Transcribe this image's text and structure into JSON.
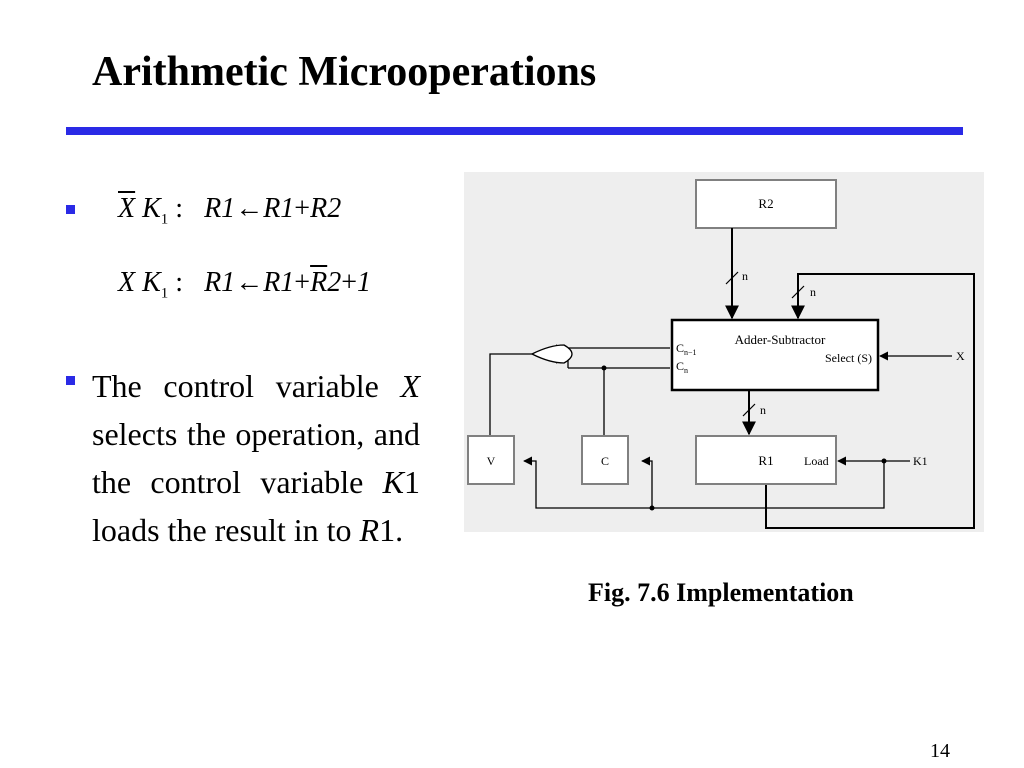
{
  "slide": {
    "title": "Arithmetic Microoperations",
    "page_number": "14",
    "caption": "Fig. 7.6 Implementation",
    "accent_color": "#2a2ae6"
  },
  "equations": {
    "eq1": {
      "cond_var": "X",
      "cond_k": "K",
      "cond_sub": "1",
      "colon": ":",
      "lhs": "R1",
      "arrow": "←",
      "rhs_a": "R1",
      "plus": "+",
      "rhs_b": "R2"
    },
    "eq2": {
      "cond_var": "X",
      "cond_k": "K",
      "cond_sub": "1",
      "colon": ":",
      "lhs": "R1",
      "arrow": "←",
      "rhs_a": "R1",
      "plus": "+",
      "rhs_b_reg": "R",
      "rhs_b_num": "2",
      "plus2": "+",
      "one": "1"
    }
  },
  "paragraph": {
    "t1": "The control variable ",
    "x": "X",
    "t2": " selects the operation, and the control variable ",
    "k1": "K",
    "k1num": "1",
    "t3": " loads the result in to ",
    "r": "R",
    "rnum": "1",
    "t4": "."
  },
  "diagram": {
    "r2": "R2",
    "n": "n",
    "adder": "Adder-Subtractor",
    "cn1": "C",
    "cn1_sub": "n−1",
    "cn": "C",
    "cn_sub": "n",
    "select": "Select (S)",
    "x": "X",
    "v": "V",
    "c": "C",
    "r1": "R1",
    "load": "Load",
    "k1": "K1"
  }
}
